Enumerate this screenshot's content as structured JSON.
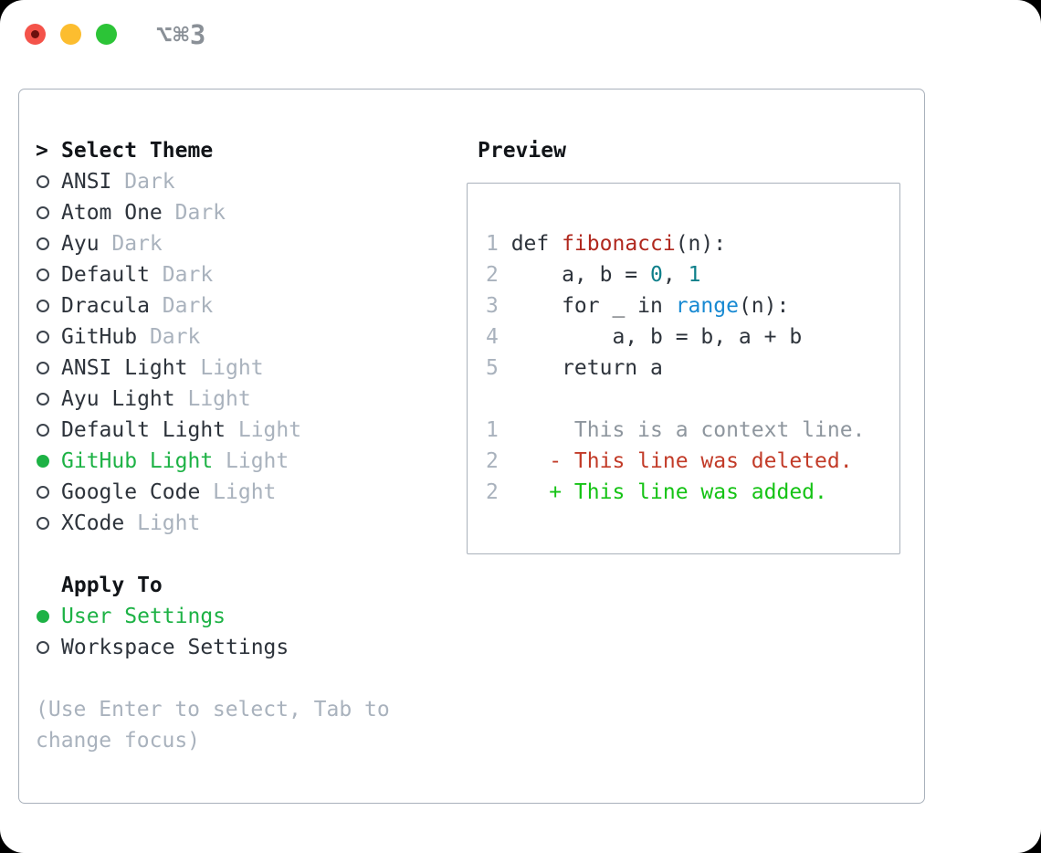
{
  "window": {
    "title": "⌥⌘3",
    "traffic_lights": [
      {
        "name": "close",
        "color": "#f4534a",
        "has_unsaved_dot": true,
        "dot_color": "#6b100e"
      },
      {
        "name": "minimize",
        "color": "#fcbd2f"
      },
      {
        "name": "zoom",
        "color": "#2cc437"
      }
    ]
  },
  "theme_picker": {
    "header_marker": ">",
    "header": "Select Theme",
    "items": [
      {
        "name": "ANSI",
        "variant": "Dark",
        "selected": false
      },
      {
        "name": "Atom One",
        "variant": "Dark",
        "selected": false
      },
      {
        "name": "Ayu",
        "variant": "Dark",
        "selected": false
      },
      {
        "name": "Default",
        "variant": "Dark",
        "selected": false
      },
      {
        "name": "Dracula",
        "variant": "Dark",
        "selected": false
      },
      {
        "name": "GitHub",
        "variant": "Dark",
        "selected": false
      },
      {
        "name": "ANSI Light",
        "variant": "Light",
        "selected": false
      },
      {
        "name": "Ayu Light",
        "variant": "Light",
        "selected": false
      },
      {
        "name": "Default Light",
        "variant": "Light",
        "selected": false
      },
      {
        "name": "GitHub Light",
        "variant": "Light",
        "selected": true
      },
      {
        "name": "Google Code",
        "variant": "Light",
        "selected": false
      },
      {
        "name": "XCode",
        "variant": "Light",
        "selected": false
      }
    ],
    "apply_to": {
      "header": "Apply To",
      "options": [
        {
          "label": "User Settings",
          "selected": true
        },
        {
          "label": "Workspace Settings",
          "selected": false
        }
      ]
    },
    "hint_lines": [
      "(Use Enter to select, Tab to",
      "change focus)"
    ]
  },
  "preview": {
    "title": "Preview",
    "lines": [
      {
        "num": "1",
        "tokens": [
          {
            "t": "def ",
            "c": "fg"
          },
          {
            "t": "fibonacci",
            "c": "red"
          },
          {
            "t": "(n):",
            "c": "fg"
          }
        ]
      },
      {
        "num": "2",
        "tokens": [
          {
            "t": "    a, b = ",
            "c": "fg"
          },
          {
            "t": "0",
            "c": "teal"
          },
          {
            "t": ", ",
            "c": "fg"
          },
          {
            "t": "1",
            "c": "teal"
          }
        ]
      },
      {
        "num": "3",
        "tokens": [
          {
            "t": "    for _ in ",
            "c": "fg"
          },
          {
            "t": "range",
            "c": "blue"
          },
          {
            "t": "(n):",
            "c": "fg"
          }
        ]
      },
      {
        "num": "4",
        "tokens": [
          {
            "t": "        a, b = b, a + b",
            "c": "fg"
          }
        ]
      },
      {
        "num": "5",
        "tokens": [
          {
            "t": "    return a",
            "c": "fg"
          }
        ]
      },
      {
        "num": "",
        "tokens": []
      },
      {
        "num": "1",
        "tokens": [
          {
            "t": "     This is a context line.",
            "c": "ctx"
          }
        ]
      },
      {
        "num": "2",
        "tokens": [
          {
            "t": "   - This line was deleted.",
            "c": "del"
          }
        ]
      },
      {
        "num": "2",
        "tokens": [
          {
            "t": "   + This line was added.",
            "c": "add"
          }
        ]
      }
    ]
  },
  "icons": {
    "radio_unselected": "circle-outline",
    "radio_selected": "circle-filled",
    "cursor": ">"
  },
  "colors": {
    "selection_green": "#1db245",
    "text_dark": "#2d333b",
    "text_muted": "#a9b2bd",
    "frame_border": "#a9b1bb",
    "code_function_red": "#b0281e",
    "code_number_teal": "#0e7f8a",
    "code_builtin_blue": "#1789d2",
    "diff_context_gray": "#8e969e",
    "diff_deleted_red": "#c23b28",
    "diff_added_green": "#15c315",
    "title_gray": "#8a9097"
  }
}
